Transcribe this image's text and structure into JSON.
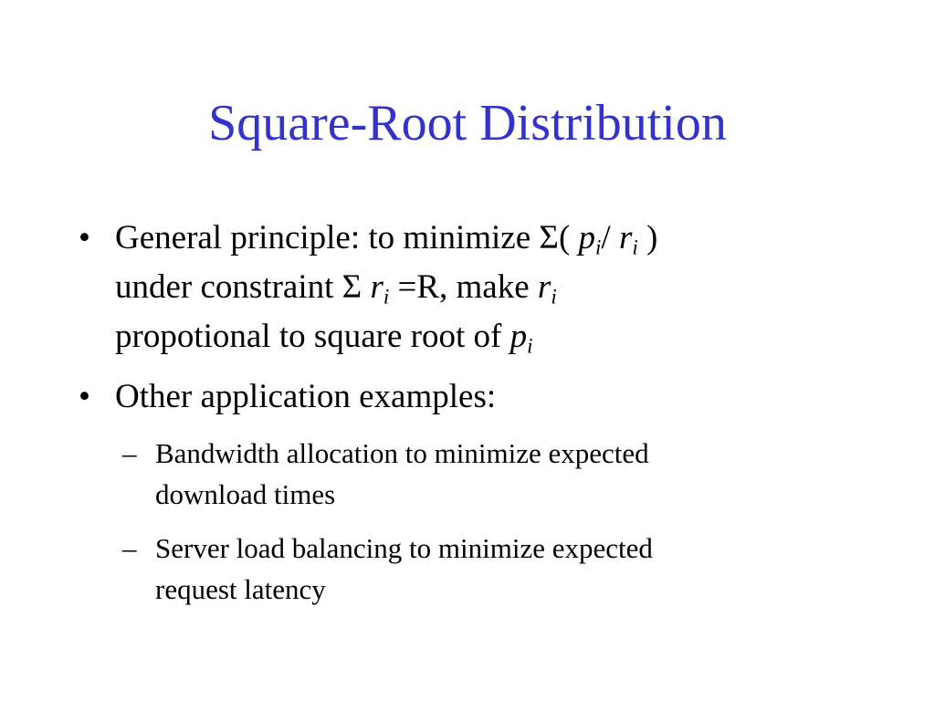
{
  "slide": {
    "title": "Square-Root Distribution",
    "bullets": [
      {
        "marker": "•",
        "line1": {
          "t1": "General principle: to minimize ",
          "sigma": "Σ",
          "paren_open": "( ",
          "p": "p",
          "p_sub": "i",
          "slash": "/ ",
          "r": "r",
          "r_sub": "i",
          "paren_close": " )"
        },
        "line2": {
          "t1": "under constraint ",
          "sigma": "Σ",
          "r": "r",
          "r_sub": "i",
          "t2": " =R, make ",
          "r2": "r",
          "r2_sub": "i"
        },
        "line3": {
          "t1": "propotional to square root of ",
          "p": "p",
          "p_sub": "i"
        }
      },
      {
        "marker": "•",
        "text": "Other application examples:",
        "subitems": [
          {
            "marker": "–",
            "line1": "Bandwidth allocation to minimize expected",
            "line2": "download times"
          },
          {
            "marker": "–",
            "line1": "Server load balancing to minimize expected",
            "line2": "request latency"
          }
        ]
      }
    ]
  },
  "colors": {
    "title": "#3333cc",
    "text": "#000000",
    "background": "#ffffff"
  }
}
